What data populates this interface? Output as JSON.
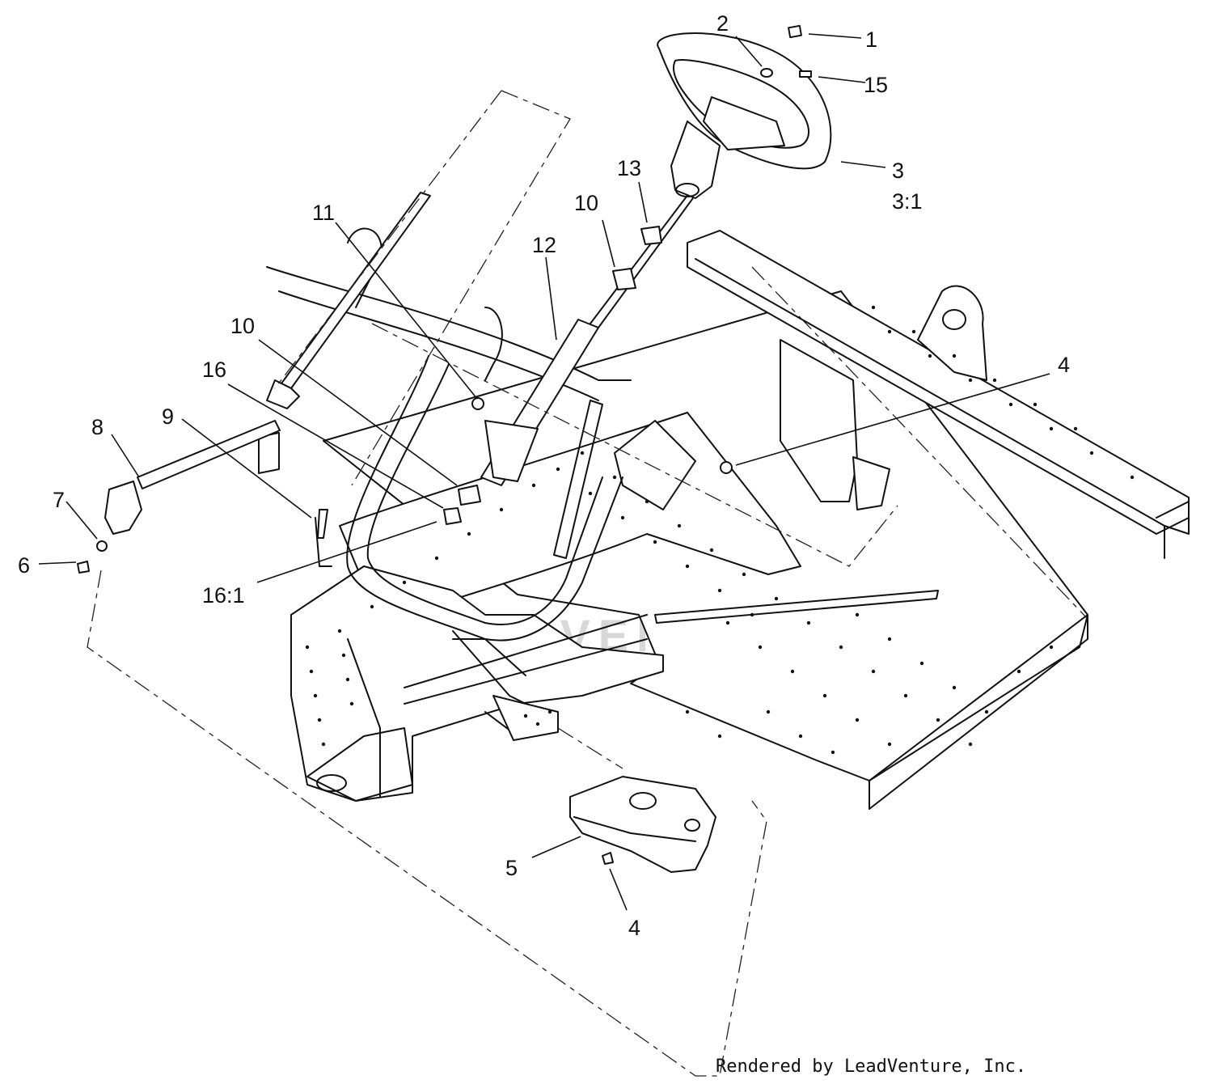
{
  "watermark": "LEADVENTURE",
  "credit": "Rendered by LeadVenture, Inc.",
  "callouts": {
    "c1": "1",
    "c2": "2",
    "c3": "3",
    "c3b": "3:1",
    "c4a": "4",
    "c4b": "4",
    "c5": "5",
    "c6": "6",
    "c7": "7",
    "c8": "8",
    "c9": "9",
    "c10a": "10",
    "c10b": "10",
    "c11": "11",
    "c12": "12",
    "c13": "13",
    "c15": "15",
    "c16": "16",
    "c16b": "16:1"
  }
}
